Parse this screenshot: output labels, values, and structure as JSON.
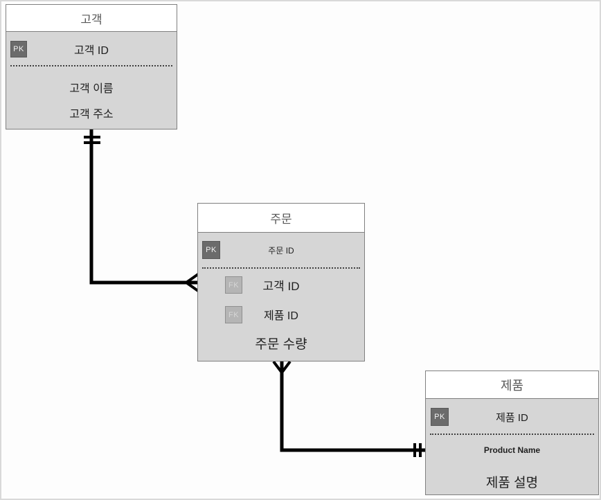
{
  "diagram": {
    "type": "entity-relationship",
    "entities": [
      {
        "id": "customer",
        "title": "고객",
        "attributes": [
          {
            "key": "PK",
            "text": "고객 ID"
          },
          {
            "key": "",
            "text": "고객 이름"
          },
          {
            "key": "",
            "text": "고객 주소"
          }
        ]
      },
      {
        "id": "order",
        "title": "주문",
        "attributes": [
          {
            "key": "PK",
            "text": "주문 ID"
          },
          {
            "key": "FK",
            "text": "고객 ID"
          },
          {
            "key": "FK",
            "text": "제품 ID"
          },
          {
            "key": "",
            "text": "주문 수량"
          }
        ]
      },
      {
        "id": "product",
        "title": "제품",
        "attributes": [
          {
            "key": "PK",
            "text": "제품 ID"
          },
          {
            "key": "",
            "text": "Product Name"
          },
          {
            "key": "",
            "text": "제품 설명"
          }
        ]
      }
    ],
    "relationships": [
      {
        "from": "customer",
        "to": "order",
        "from_marker": "one-and-only-one",
        "to_marker": "crow-foot-many"
      },
      {
        "from": "order",
        "to": "product",
        "from_marker": "crow-foot-many",
        "to_marker": "one-and-only-one"
      }
    ],
    "colors": {
      "entity_body": "#d6d6d6",
      "entity_header": "#ffffff",
      "entity_border": "#7f7f7f",
      "pk_badge": "#6b6b6b",
      "fk_badge": "#b5b5b5",
      "relationship_line": "#000000",
      "canvas_border": "#d9d9d9"
    }
  }
}
